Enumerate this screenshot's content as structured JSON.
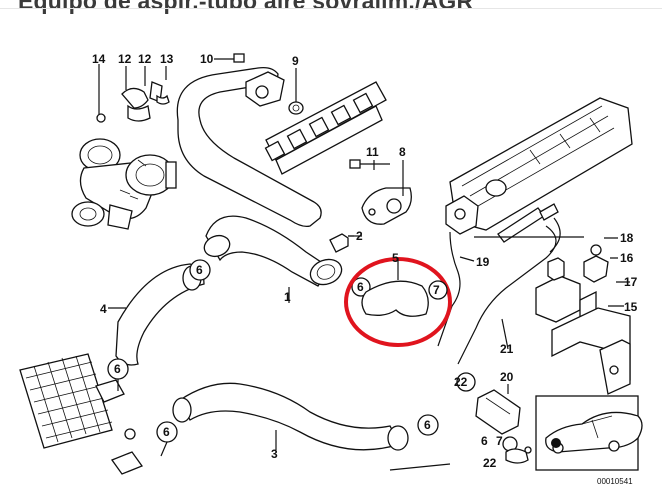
{
  "title": "Equipo de aspir.-tubo aire sovralim./AGR",
  "diagram_id": "00010541",
  "parts": {
    "p1": "1",
    "p2": "2",
    "p3": "3",
    "p4": "4",
    "p5": "5",
    "p6": "6",
    "p7": "7",
    "p8": "8",
    "p9": "9",
    "p10": "10",
    "p11": "11",
    "p12": "12",
    "p13": "13",
    "p14": "14",
    "p15": "15",
    "p16": "16",
    "p17": "17",
    "p18": "18",
    "p19": "19",
    "p20": "20",
    "p21": "21",
    "p22": "22"
  },
  "highlight_color": "#e0141e"
}
